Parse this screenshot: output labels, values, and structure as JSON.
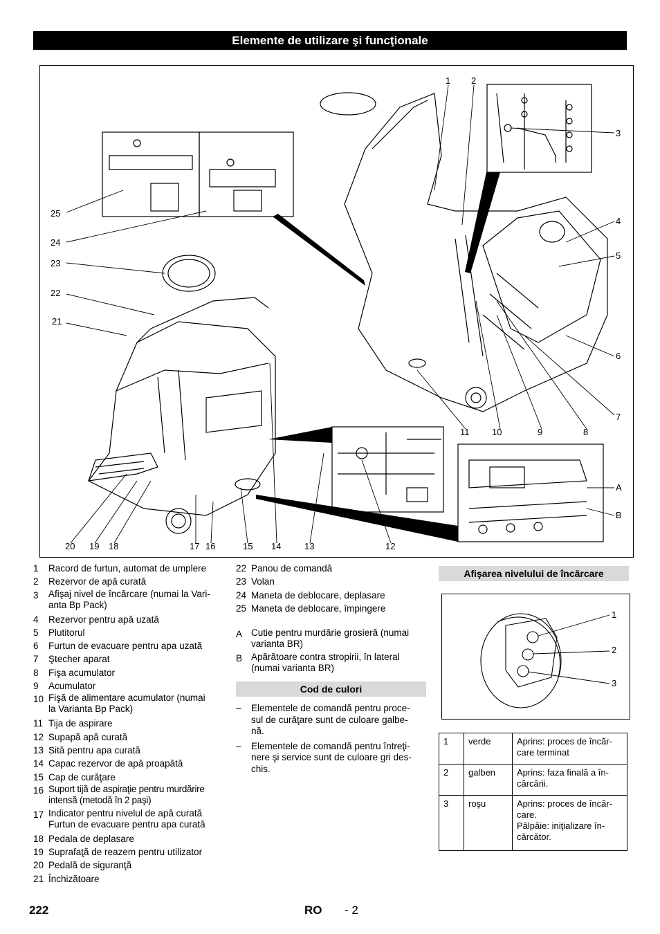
{
  "page_title": "Elemente de utilizare şi funcţionale",
  "figure": {
    "callouts_top": [
      "1",
      "2"
    ],
    "callouts_right": [
      "3",
      "4",
      "5",
      "6",
      "7",
      "8",
      "A",
      "B"
    ],
    "callouts_left": [
      "25",
      "24",
      "23",
      "22",
      "21"
    ],
    "callouts_mid": [
      "11",
      "10",
      "9"
    ],
    "callouts_bottom": [
      "20",
      "19",
      "18",
      "17",
      "16",
      "15",
      "14",
      "13",
      "12"
    ]
  },
  "legend_items": [
    {
      "num": "1",
      "text": "Racord de furtun, automat de umplere"
    },
    {
      "num": "2",
      "text": "Rezervor de apă curată"
    },
    {
      "num": "3",
      "text": "Afişaj nivel de încărcare (numai la Vari-\nanta Bp Pack)"
    },
    {
      "num": "4",
      "text": "Rezervor pentru apă uzată"
    },
    {
      "num": "5",
      "text": "Plutitorul"
    },
    {
      "num": "6",
      "text": "Furtun de evacuare pentru apa uzată"
    },
    {
      "num": "7",
      "text": "Ştecher aparat"
    },
    {
      "num": "8",
      "text": "Fişa acumulator"
    },
    {
      "num": "9",
      "text": "Acumulator"
    },
    {
      "num": "10",
      "text": "Fişă de alimentare acumulator (numai\nla Varianta Bp Pack)"
    },
    {
      "num": "11",
      "text": "Tija de aspirare"
    },
    {
      "num": "12",
      "text": "Supapă apă curată"
    },
    {
      "num": "13",
      "text": "Sită pentru apa curată"
    },
    {
      "num": "14",
      "text": "Capac rezervor de apă proapătă"
    },
    {
      "num": "15",
      "text": "Cap de curăţare"
    },
    {
      "num": "16",
      "text": "Suport tijă de aspiraţie pentru murdărire\nintensă (metodă în 2 paşi)"
    },
    {
      "num": "17",
      "text": "Indicator pentru nivelul de apă curată\nFurtun de evacuare pentru apa curată"
    },
    {
      "num": "18",
      "text": "Pedala de deplasare"
    },
    {
      "num": "19",
      "text": "Suprafaţă de reazem pentru utilizator"
    },
    {
      "num": "20",
      "text": "Pedală de siguranţă"
    },
    {
      "num": "21",
      "text": "Închizătoare"
    }
  ],
  "legend_items_2": [
    {
      "num": "22",
      "text": "Panou de comandă"
    },
    {
      "num": "23",
      "text": "Volan"
    },
    {
      "num": "24",
      "text": "Maneta de deblocare, deplasare"
    },
    {
      "num": "25",
      "text": "Maneta de deblocare, împingere"
    }
  ],
  "legend_items_letters": [
    {
      "num": "A",
      "text": "Cutie pentru murdărie grosieră (numai\nvarianta BR)"
    },
    {
      "num": "B",
      "text": "Apărătoare contra stropirii, în lateral\n(numai varianta BR)"
    }
  ],
  "color_code": {
    "heading": "Cod de culori",
    "items": [
      "Elementele de comandă pentru proce-\nsul de curăţare sunt de culoare galbe-\nnă.",
      "Elementele de comandă pentru întreţi-\nnere şi service sunt de culoare gri des-\nchis."
    ],
    "dash": "–"
  },
  "charge_display": {
    "heading": "Afişarea nivelului de încărcare",
    "callouts": [
      "1",
      "2",
      "3"
    ],
    "rows": [
      {
        "num": "1",
        "color": "verde",
        "desc": "Aprins: proces de încăr-\ncare terminat"
      },
      {
        "num": "2",
        "color": "galben",
        "desc": "Aprins: faza finală a în-\ncărcării."
      },
      {
        "num": "3",
        "color": "roşu",
        "desc": "Aprins: proces de încăr-\ncare.\nPâlpâie: iniţializare în-\ncărcător."
      }
    ]
  },
  "footer": {
    "page_number": "222",
    "lang": "RO",
    "sub_page": "- 2"
  }
}
